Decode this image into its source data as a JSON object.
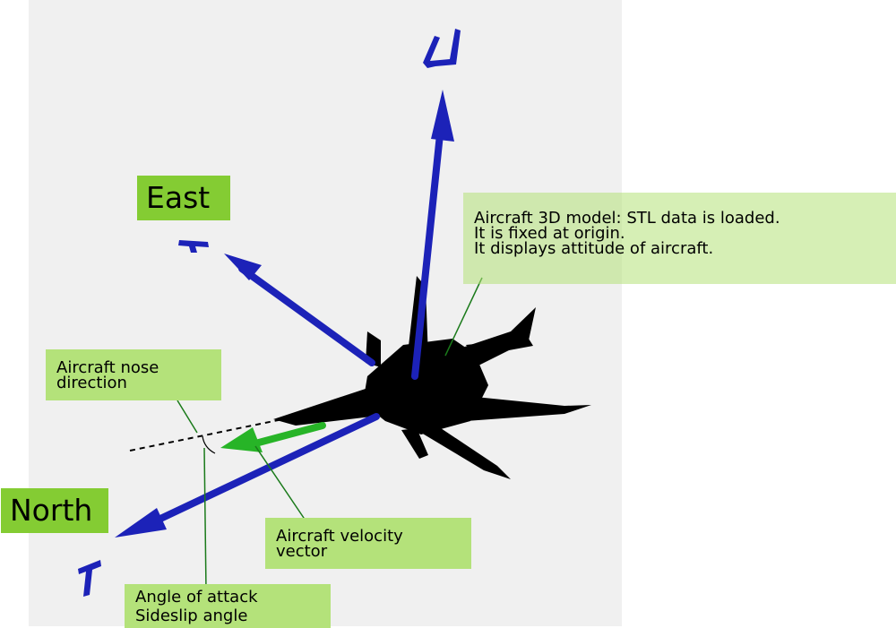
{
  "axes": {
    "east_label": "East",
    "north_label": "North"
  },
  "annotations": {
    "model": [
      "Aircraft 3D model: STL data is loaded.",
      "It is fixed at origin.",
      "It displays attitude of aircraft."
    ],
    "nose": [
      "Aircraft nose",
      "direction"
    ],
    "velocity": [
      "Aircraft velocity",
      "vector"
    ],
    "angles": [
      "Angle of attack",
      "Sideslip angle"
    ]
  },
  "colors": {
    "axis": "#1c22b8",
    "velocity": "#27b427",
    "label_bg": "#84cc33",
    "note_bg": "#b4e27a",
    "viewport_bg": "#f0f0f0",
    "aircraft": "#000000"
  }
}
